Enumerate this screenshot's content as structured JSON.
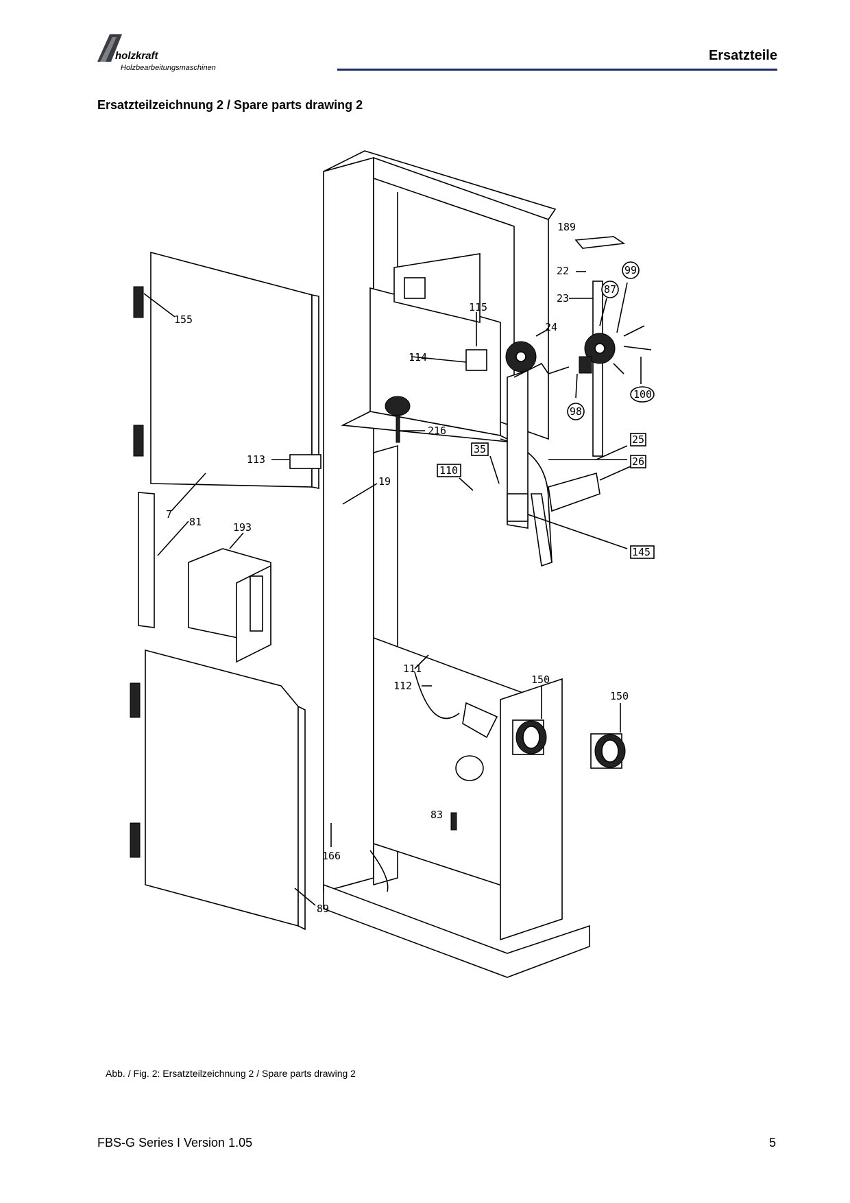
{
  "header": {
    "brand": "holzkraft",
    "brand_sub": "Holzbearbeitungsmaschinen",
    "section": "Ersatzteile",
    "rule_color": "#1f2a6b"
  },
  "title": "Ersatzteilzeichnung 2 / Spare parts drawing 2",
  "drawing": {
    "labels": [
      "189",
      "22",
      "99",
      "23",
      "87",
      "115",
      "24",
      "114",
      "100",
      "98",
      "216",
      "25",
      "35",
      "26",
      "110",
      "155",
      "113",
      "19",
      "7",
      "81",
      "193",
      "145",
      "111",
      "112",
      "150",
      "150",
      "83",
      "166",
      "89"
    ]
  },
  "caption": "Abb. / Fig. 2:  Ersatzteilzeichnung 2 / Spare parts drawing 2",
  "footer": {
    "series": "FBS-G Series I Version 1.05",
    "page": "5"
  }
}
